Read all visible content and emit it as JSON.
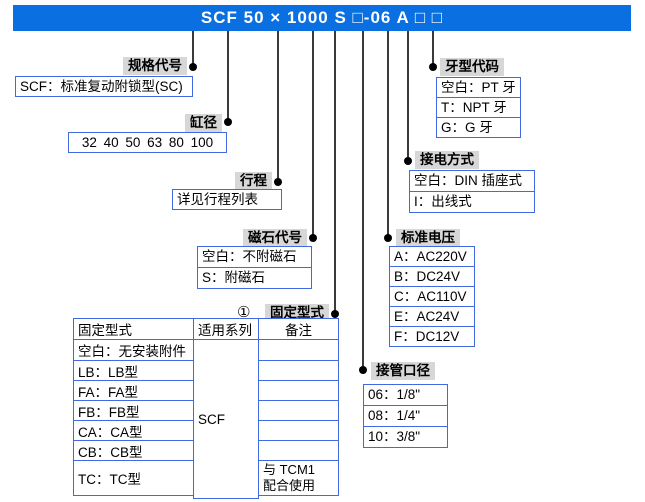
{
  "title": "SCF 50 × 1000 S □-06 A □ □",
  "colors": {
    "bar_blue": "#0a6fe0",
    "box_border_blue": "#4169e1",
    "label_gray": "#d7d7d7",
    "line_dark": "#3a3a3a"
  },
  "groups": {
    "spec": {
      "label": "规格代号",
      "box": "SCF：标准复动附锁型(SC)"
    },
    "bore": {
      "label": "缸径",
      "box": "32  40  50  63  80  100"
    },
    "stroke": {
      "label": "行程",
      "box": "详见行程列表"
    },
    "magnet": {
      "label": "磁石代号",
      "rows": [
        "空白：不附磁石",
        "S：附磁石"
      ]
    },
    "mounting": {
      "label": "固定型式",
      "marker": "①"
    },
    "port": {
      "label": "接管口径",
      "rows": [
        "06：1/8\"",
        "08：1/4\"",
        "10：3/8\""
      ]
    },
    "voltage": {
      "label": "标准电压",
      "rows": [
        "A：AC220V",
        "B：DC24V",
        "C：AC110V",
        "E：AC24V",
        "F：DC12V"
      ]
    },
    "connection": {
      "label": "接电方式",
      "rows": [
        "空白：DIN 插座式",
        "I：出线式"
      ]
    },
    "thread": {
      "label": "牙型代码",
      "rows": [
        "空白：PT 牙",
        "T：NPT 牙",
        "G：G 牙"
      ]
    }
  },
  "mounting_table": {
    "headers": [
      "固定型式",
      "适用系列",
      "备注"
    ],
    "rows": [
      "空白：无安装附件",
      "LB：LB型",
      "FA：FA型",
      "FB：FB型",
      "CA：CA型",
      "CB：CB型",
      "TC：TC型"
    ],
    "series": "SCF",
    "note_line1": "与 TCM1",
    "note_line2": "配合使用"
  }
}
